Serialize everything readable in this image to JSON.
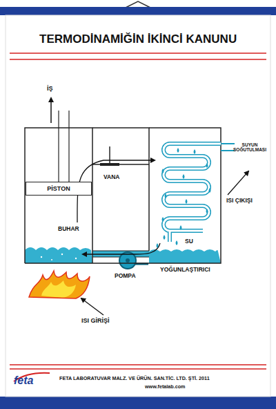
{
  "diagram": {
    "title": "TERMODİNAMİĞİN İKİNCİ KANUNU",
    "nodes": [
      {
        "text": [
          "PİSTON"
        ]
      }
    ],
    "labels": [
      "İŞ",
      "VANA",
      "SUYUN SOĞUTULMASI",
      "ISI ÇIKIŞI",
      "BUHAR",
      "SU",
      "YOĞUNLAŞTIRICI",
      "POMPA",
      "ISI GİRİŞİ",
      "feta",
      "FETA LABORATUVAR MALZ. VE ÜRÜN. SAN.TİC. LTD. ŞTİ. 2011",
      "www.fetalab.com"
    ]
  }
}
